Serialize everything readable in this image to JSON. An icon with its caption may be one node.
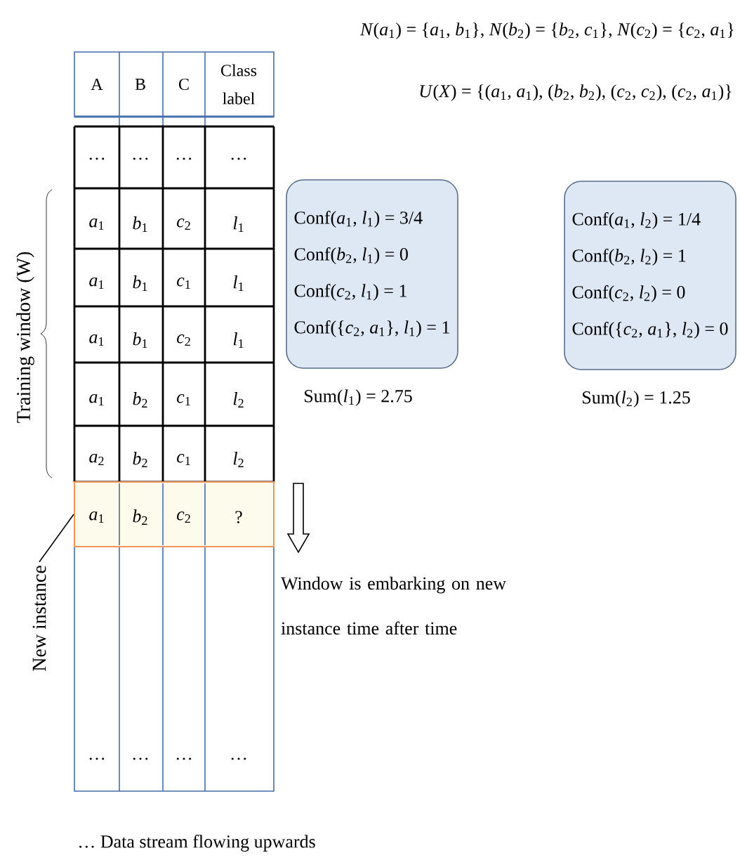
{
  "diagram": {
    "nodes": [
      {
        "text": [
          "Conf(*a*$_{1}$, *l*$_{1}$) = 3/4",
          "Conf(*b*$_{2}$, *l*$_{1}$) = 0",
          "Conf(*c*$_{2}$, *l*$_{1}$) = 1",
          "Conf({*c*$_{2}$, *a*$_{1}$}, *l*$_{1}$) = 1"
        ],
        "beside": [
          "Sum(*l*$_{1}$) = 2.75"
        ]
      },
      {
        "text": [
          "Conf(*a*$_{1}$, *l*$_{2}$) = 1/4",
          "Conf(*b*$_{2}$, *l*$_{2}$) = 1",
          "Conf(*c*$_{2}$, *l*$_{2}$) = 0",
          "Conf({*c*$_{2}$, *a*$_{1}$}, *l*$_{2}$) = 0"
        ],
        "beside": [
          "Sum(*l*$_{2}$) = 1.25"
        ]
      },
      {
        "text": [
          "New instance"
        ]
      },
      {
        "text": [],
        "shape": "box"
      }
    ],
    "edges": [
      {
        "from": 2,
        "to": 3,
        "arrow": "none"
      }
    ],
    "labels": [
      "*N*(*a*$_{1}$) = {*a*$_{1}$, *b*$_{1}$}, *N*(*b*$_{2}$) = {*b*$_{2}$, *c*$_{1}$}, *N*(*c*$_{2}$) = {*c*$_{2}$, *a*$_{1}$}",
      "*U*(*X*) = {(*a*$_{1}$, *a*$_{1}$), (*b*$_{2}$, *b*$_{2}$), (*c*$_{2}$, *c*$_{2}$), (*c*$_{2}$, *a*$_{1}$)}",
      "A",
      "B",
      "C",
      "Class label",
      "…",
      "…",
      "…",
      "…",
      "*a*$_{1}$",
      "*b*$_{1}$",
      "*c*$_{2}$",
      "*l*$_{1}$",
      "*a*$_{1}$",
      "*b*$_{1}$",
      "*c*$_{1}$",
      "*l*$_{1}$",
      "*a*$_{1}$",
      "*b*$_{1}$",
      "*c*$_{2}$",
      "*l*$_{1}$",
      "*a*$_{1}$",
      "*b*$_{2}$",
      "*c*$_{1}$",
      "*l*$_{2}$",
      "*a*$_{2}$",
      "*b*$_{2}$",
      "*c*$_{1}$",
      "*l*$_{2}$",
      "Training window (W)",
      "*a*$_{1}$",
      "*b*$_{2}$",
      "*c*$_{2}$",
      "?",
      "Window is embarking on new instance time after time",
      "…",
      "…",
      "…",
      "…",
      "… Data stream flowing upwards"
    ]
  }
}
